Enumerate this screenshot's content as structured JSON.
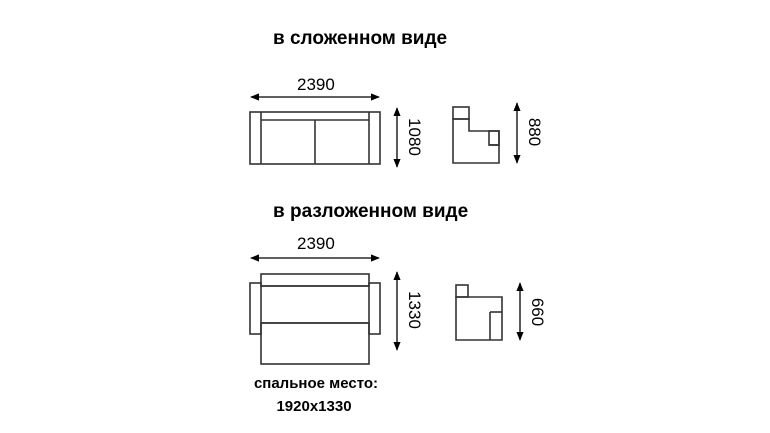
{
  "folded": {
    "title": "в сложенном виде",
    "width_label": "2390",
    "depth_label": "1080",
    "side_height_label": "880"
  },
  "unfolded": {
    "title": "в разложенном виде",
    "width_label": "2390",
    "depth_label": "1330",
    "side_height_label": "660",
    "caption_line1": "спальное место:",
    "caption_line2": "1920х1330"
  },
  "colors": {
    "line": "#000000",
    "outline": "#333333"
  }
}
